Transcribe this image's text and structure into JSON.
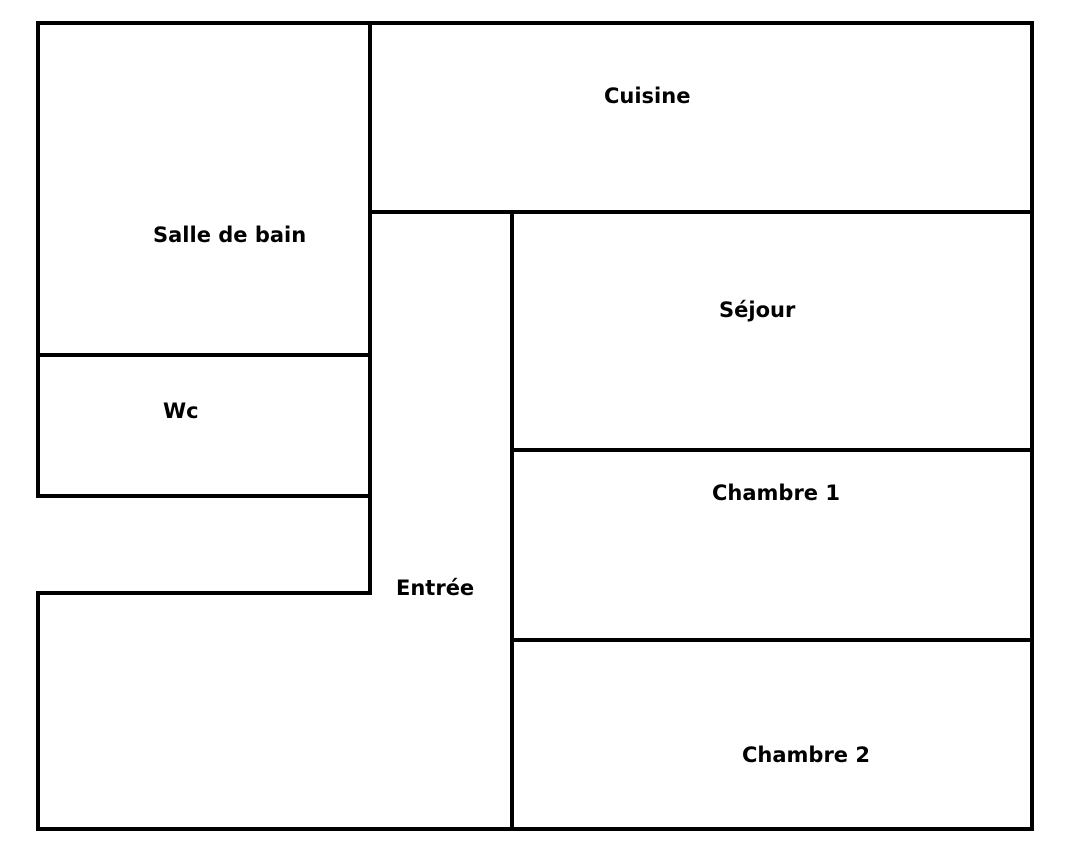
{
  "plan": {
    "wall_color": "#000000",
    "background": "#ffffff",
    "rooms": {
      "cuisine": "Cuisine",
      "salle_de_bain": "Salle de bain",
      "sejour": "Séjour",
      "wc": "Wc",
      "chambre1": "Chambre 1",
      "entree": "Entrée",
      "chambre2": "Chambre 2"
    }
  }
}
